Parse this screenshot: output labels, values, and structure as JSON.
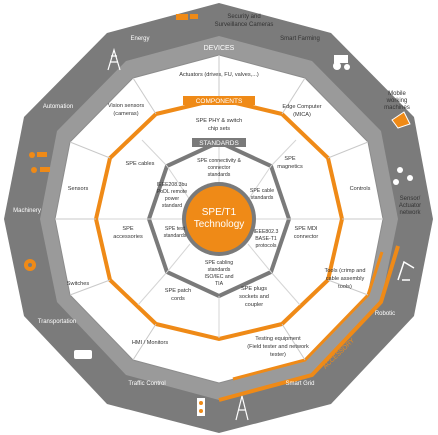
{
  "center": {
    "line1": "SPE/T1",
    "line2": "Technology"
  },
  "rings": {
    "devices": "DEVICES",
    "components": "COMPONENTS",
    "standards": "STANDARDS",
    "accessory": "ACCESSORY"
  },
  "applications": [
    {
      "label": "Energy",
      "icon": "power-tower-icon"
    },
    {
      "label": "Security and Surveillance Cameras",
      "icon": "camera-icon"
    },
    {
      "label": "Smart Farming",
      "icon": "tractor-icon"
    },
    {
      "label": "Mobile working machines",
      "icon": "excavator-icon"
    },
    {
      "label": "Sensor/Actuator network",
      "icon": "sensor-network-icon"
    },
    {
      "label": "Robotic",
      "icon": "robot-arm-icon"
    },
    {
      "label": "Smart Grid",
      "icon": "smart-grid-icon"
    },
    {
      "label": "Traffic Control",
      "icon": "traffic-light-icon"
    },
    {
      "label": "Transportation",
      "icon": "train-icon"
    },
    {
      "label": "Machinery",
      "icon": "gear-machine-icon"
    },
    {
      "label": "Automation",
      "icon": "automation-icon"
    }
  ],
  "devices": [
    {
      "label": "Actuators (drives, FU, valves,...)"
    },
    {
      "label": "Edge Computer (MICA)"
    },
    {
      "label": "Controls"
    },
    {
      "label": "Tools (crimp and cable assembly tools)"
    },
    {
      "label": "Testing equipment (Field tester and network tester)"
    },
    {
      "label": "HMI / Monitors"
    },
    {
      "label": "Switches"
    },
    {
      "label": "Sensors"
    },
    {
      "label": "Vision sensors (cameras)"
    }
  ],
  "components": [
    {
      "label": "SPE PHY & switch chip sets"
    },
    {
      "label": "SPE magnetics"
    },
    {
      "label": "SPE MDI connector"
    },
    {
      "label": "SPE plugs sockets and coupler"
    },
    {
      "label": "SPE patch cords"
    },
    {
      "label": "SPE accessories"
    },
    {
      "label": "SPE cables"
    }
  ],
  "standards": [
    {
      "label": "SPE connectivity & connector standards"
    },
    {
      "label": "SPE cable standards"
    },
    {
      "label": "IEEE802.3 BASE-T1 protocols"
    },
    {
      "label": "SPE cabling standards ISO/IEC and TIA"
    },
    {
      "label": "SPE test standards"
    },
    {
      "label": "IEEE208.3bu PoDL remote power standard"
    }
  ],
  "colors": {
    "outer": "#7b7b7b",
    "outerLight": "#a2a2a2",
    "devicesBand": "#8c8c8c",
    "orange": "#ef8a17",
    "centerFill": "#ef8a17",
    "standardsGrey": "#7a7a7a"
  }
}
